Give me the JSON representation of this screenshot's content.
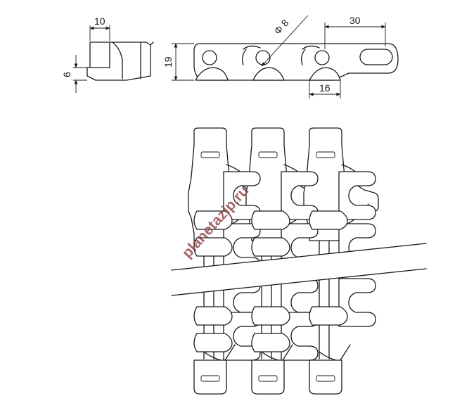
{
  "dimensions": {
    "d10": "10",
    "d6": "6",
    "d19": "19",
    "d8": "8",
    "d30": "30",
    "d16": "16"
  },
  "phi_symbol": "Φ",
  "watermark": "planetazip.ru",
  "colors": {
    "line": "#1a1a1a",
    "watermark": "#8a3a3a"
  }
}
